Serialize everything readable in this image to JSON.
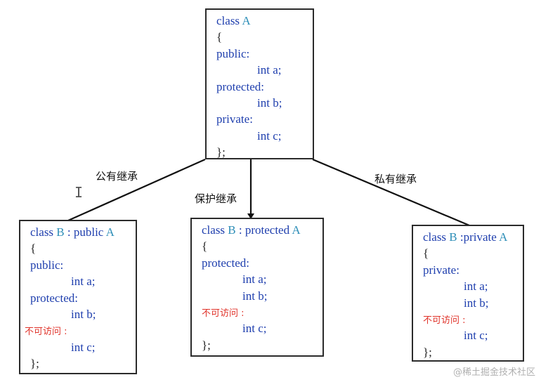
{
  "class_a": {
    "kw_class": "class",
    "name": "A",
    "open": "{",
    "public_label": "public:",
    "member_a": "int a;",
    "protected_label": "protected:",
    "member_b": "int b;",
    "private_label": "private:",
    "member_c": "int c;",
    "close": "};"
  },
  "edges": {
    "public_label": "公有继承",
    "protected_label": "保护继承",
    "private_label": "私有继承"
  },
  "class_b_public": {
    "kw_class": "class",
    "name": "B",
    "inherit_kw": ": public",
    "base": "A",
    "open": "{",
    "public_label": "public:",
    "member_a": "int a;",
    "protected_label": "protected:",
    "member_b": "int b;",
    "inaccessible_label": "不可访问 :",
    "member_c": "int c;",
    "close": "};"
  },
  "class_b_protected": {
    "kw_class": "class",
    "name": "B",
    "inherit_kw": ": protected",
    "base": "A",
    "open": "{",
    "protected_label": "protected:",
    "member_a": "int a;",
    "member_b": "int b;",
    "inaccessible_label": "不可访问 :",
    "member_c": "int c;",
    "close": "};"
  },
  "class_b_private": {
    "kw_class": "class",
    "name": "B",
    "inherit_kw": ":private",
    "base": "A",
    "open": "{",
    "private_label": "private:",
    "member_a": "int a;",
    "member_b": "int b;",
    "inaccessible_label": "不可访问 :",
    "member_c": "int c;",
    "close": "};"
  },
  "watermark": "@稀土掘金技术社区",
  "colors": {
    "keyword": "#1f3fae",
    "type_name": "#2f8fb8",
    "inaccessible": "#e0332a",
    "border": "#2b2b2b"
  }
}
